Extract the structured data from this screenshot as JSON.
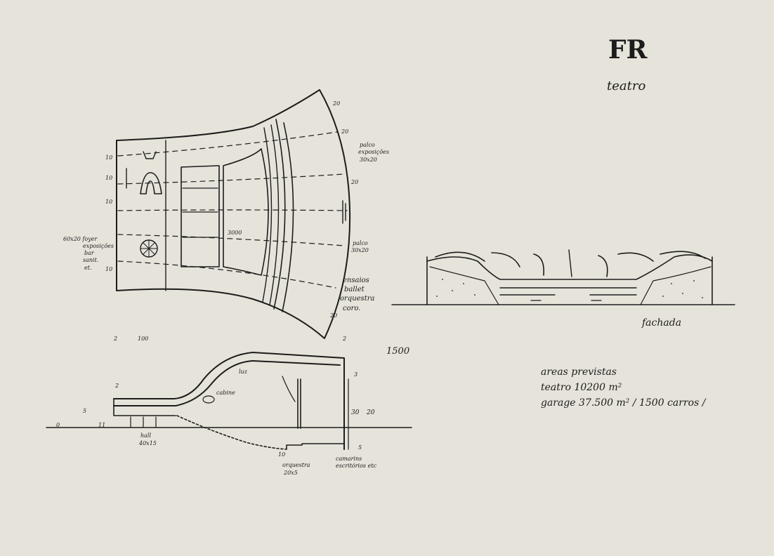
{
  "header": {
    "monogram": "FR",
    "title": "teatro"
  },
  "plan": {
    "dim_left": [
      "10",
      "10",
      "10",
      "10"
    ],
    "dim_right": [
      "20",
      "20",
      "20",
      "20"
    ],
    "scale_mark": "3000",
    "foyer_label": [
      "60x20 foyer",
      "exposições",
      "bar",
      "sanit.",
      "et."
    ],
    "stage_label": [
      "palco",
      "exposições",
      "30x20"
    ],
    "palco_label": [
      "palco",
      "30x20"
    ],
    "rehearsal_label": [
      "ensaios",
      "ballet",
      "orquestra",
      "coro."
    ]
  },
  "section": {
    "top_dims": [
      "2",
      "100",
      "2"
    ],
    "width_label": "1500",
    "levels_right": [
      "3",
      "30",
      "20",
      "5"
    ],
    "levels_left": [
      "2",
      "5",
      "0",
      "11"
    ],
    "hall_label": [
      "hall",
      "40x15"
    ],
    "cabine_label": "cabine",
    "luz_label": "luz",
    "orchestra_label": [
      "orquestra",
      "20x5"
    ],
    "dressing_label": [
      "camarins",
      "escritórios etc"
    ],
    "dim_bottom": "10"
  },
  "elevation": {
    "caption": "fachada"
  },
  "notes": {
    "lines": [
      "areas previstas",
      "teatro 10200 m²",
      "garage 37.500 m² / 1500 carros /"
    ]
  }
}
